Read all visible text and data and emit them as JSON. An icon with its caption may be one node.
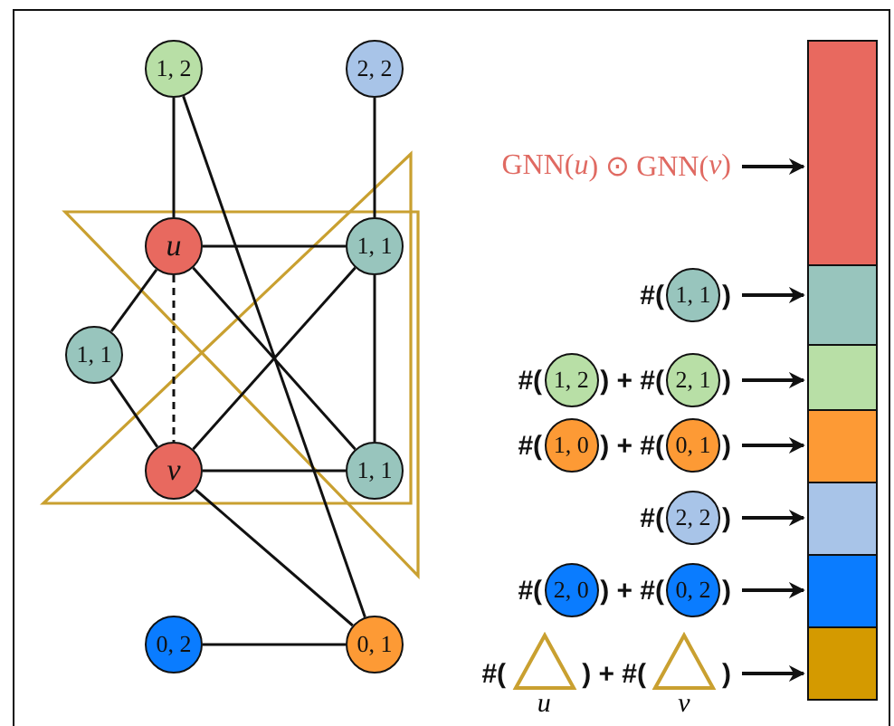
{
  "diagram": {
    "nodes": [
      {
        "text": [
          "1, 2"
        ]
      },
      {
        "text": [
          "2, 2"
        ]
      },
      {
        "text": [
          "u"
        ]
      },
      {
        "text": [
          "1, 1"
        ]
      },
      {
        "text": [
          "1, 1"
        ]
      },
      {
        "text": [
          "v"
        ]
      },
      {
        "text": [
          "1, 1"
        ]
      },
      {
        "text": [
          "0, 2"
        ]
      },
      {
        "text": [
          "0, 1"
        ]
      },
      {
        "text": [
          "GNN(*u*) ⊙ GNN(*v*)"
        ]
      },
      {
        "text": [
          "#(",
          ")"
        ]
      },
      {
        "text": [
          "1, 1"
        ],
        "in": 10
      },
      {
        "text": [
          "#(",
          ") + #(",
          ")"
        ]
      },
      {
        "text": [
          "1, 2"
        ],
        "in": 12
      },
      {
        "text": [
          "2, 1"
        ],
        "in": 12
      },
      {
        "text": [
          "#(",
          ") + #(",
          ")"
        ]
      },
      {
        "text": [
          "1, 0"
        ],
        "in": 15
      },
      {
        "text": [
          "0, 1"
        ],
        "in": 15
      },
      {
        "text": [
          "#(",
          ")"
        ]
      },
      {
        "text": [
          "2, 2"
        ],
        "in": 18
      },
      {
        "text": [
          "#(",
          ") + #(",
          ")"
        ]
      },
      {
        "text": [
          "2, 0"
        ],
        "in": 20
      },
      {
        "text": [
          "0, 2"
        ],
        "in": 20
      },
      {
        "text": [
          "#(",
          ") + #(",
          ")"
        ]
      },
      {
        "text": [],
        "shape": "triangle",
        "beside": [
          "u"
        ],
        "in": 23
      },
      {
        "text": [],
        "shape": "triangle",
        "beside": [
          "v"
        ],
        "in": 23
      },
      {
        "text": [],
        "shape": "bar"
      },
      {
        "text": [],
        "shape": "bar"
      },
      {
        "text": [],
        "shape": "bar"
      },
      {
        "text": [],
        "shape": "bar"
      },
      {
        "text": [],
        "shape": "bar"
      },
      {
        "text": [],
        "shape": "bar"
      },
      {
        "text": [],
        "shape": "bar"
      }
    ],
    "edges": [
      {
        "from": 0,
        "to": 2,
        "arrow": "none"
      },
      {
        "from": 0,
        "to": 8,
        "arrow": "none"
      },
      {
        "from": 1,
        "to": 3,
        "arrow": "none"
      },
      {
        "from": 2,
        "to": 3,
        "arrow": "none"
      },
      {
        "from": 2,
        "to": 4,
        "arrow": "none"
      },
      {
        "from": 2,
        "to": 5,
        "arrow": "none",
        "style": "dashed"
      },
      {
        "from": 2,
        "to": 6,
        "arrow": "none"
      },
      {
        "from": 5,
        "to": 3,
        "arrow": "none"
      },
      {
        "from": 3,
        "to": 6,
        "arrow": "none"
      },
      {
        "from": 4,
        "to": 5,
        "arrow": "none"
      },
      {
        "from": 5,
        "to": 6,
        "arrow": "none"
      },
      {
        "from": 5,
        "to": 8,
        "arrow": "none"
      },
      {
        "from": 7,
        "to": 8,
        "arrow": "none"
      },
      {
        "from": 9,
        "to": 26,
        "arrow": "to"
      },
      {
        "from": 10,
        "to": 27,
        "arrow": "to"
      },
      {
        "from": 12,
        "to": 28,
        "arrow": "to"
      },
      {
        "from": 15,
        "to": 29,
        "arrow": "to"
      },
      {
        "from": 18,
        "to": 30,
        "arrow": "to"
      },
      {
        "from": 20,
        "to": 31,
        "arrow": "to"
      },
      {
        "from": 23,
        "to": 32,
        "arrow": "to"
      }
    ]
  }
}
